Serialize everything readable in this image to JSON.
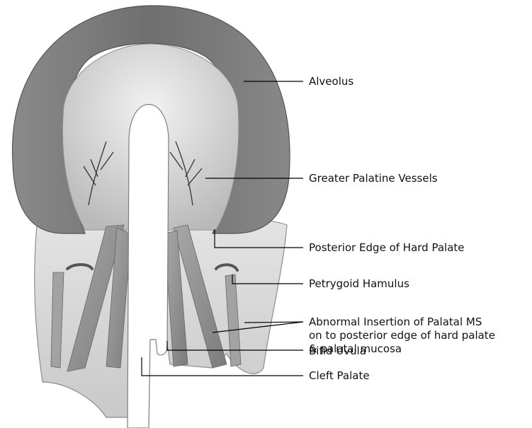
{
  "labels": {
    "alveolus": "Alveolus",
    "greater_palatine_vessels": "Greater Palatine Vessels",
    "posterior_edge": "Posterior Edge of Hard Palate",
    "petrygoid_hamulus": "Petrygoid Hamulus",
    "abnormal_insertion": {
      "line1": "Abnormal Insertion of Palatal MS",
      "line2": "on to posterior edge of hard palate",
      "line3": "& palatal mucosa"
    },
    "bifid_uvula": "Bifid Uvula",
    "cleft_palate": "Cleft Palate"
  },
  "colors": {
    "alveolus": "#7a7a7a",
    "palate": "#cfcfcf",
    "soft_palate": "#d8d8d8",
    "muscle": "#9a9a9a",
    "cleft": "#ffffff",
    "leader": "#000000"
  }
}
